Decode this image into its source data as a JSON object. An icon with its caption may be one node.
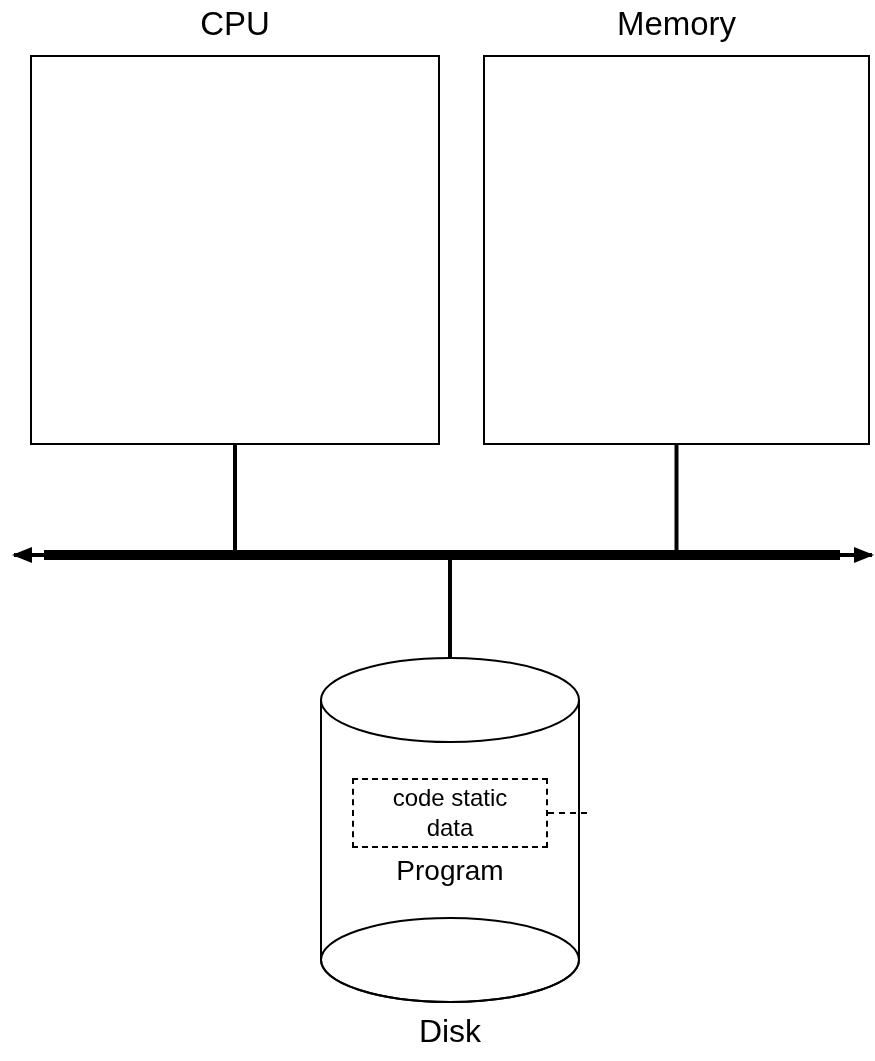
{
  "diagram": {
    "nodes": [
      {
        "text": [
          "CPU"
        ]
      },
      {
        "text": [
          "Memory"
        ]
      },
      {
        "text": [],
        "shape": "bar"
      },
      {
        "text": [
          "Disk"
        ]
      },
      {
        "text": [
          "code static data"
        ],
        "beside": [
          "Program"
        ],
        "in": 3
      }
    ],
    "edges": [
      {
        "from": 0,
        "to": 2,
        "arrow": "none"
      },
      {
        "from": 1,
        "to": 2,
        "arrow": "none"
      },
      {
        "from": 2,
        "to": 3,
        "arrow": "none"
      },
      {
        "from": 2,
        "to": null,
        "arrow": "to"
      },
      {
        "from": 2,
        "to": null,
        "arrow": "to"
      },
      {
        "from": 4,
        "to": null,
        "arrow": "none",
        "style": "dashed"
      }
    ]
  }
}
